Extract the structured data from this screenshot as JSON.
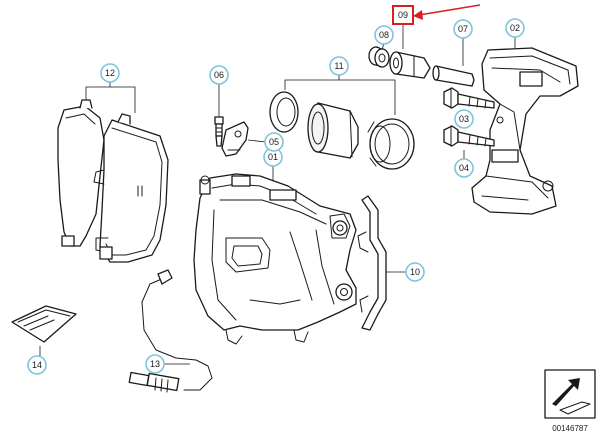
{
  "callouts": {
    "c01": "01",
    "c02": "02",
    "c03": "03",
    "c04": "04",
    "c05": "05",
    "c06": "06",
    "c07": "07",
    "c08": "08",
    "c09": "09",
    "c10": "10",
    "c11": "11",
    "c12": "12",
    "c13": "13",
    "c14": "14"
  },
  "highlighted_callout": "09",
  "colors": {
    "callout_ring": "#7fc4dc",
    "highlight": "#d62020",
    "linework": "#1a1a1a"
  },
  "reference_number": "00146787"
}
